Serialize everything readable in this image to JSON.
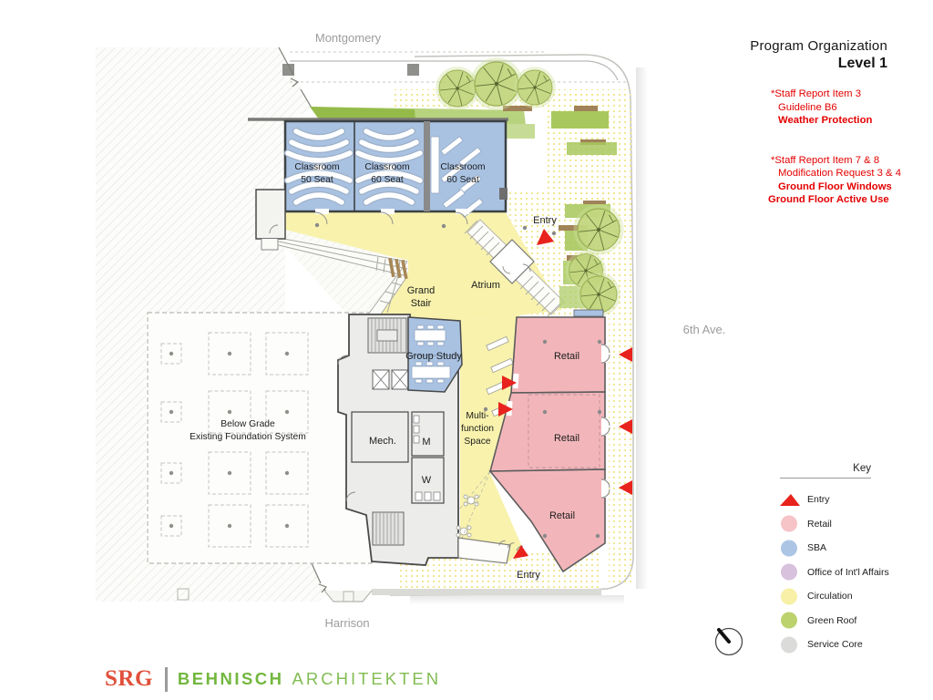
{
  "title": {
    "main": "Program Organization",
    "sub": "Level 1"
  },
  "notes": {
    "block1": {
      "l1": "*Staff Report Item 3",
      "l2": "Guideline B6",
      "l3": "Weather Protection"
    },
    "block2": {
      "l1": "*Staff Report Item 7 & 8",
      "l2": "Modification Request 3 & 4",
      "l3": "Ground Floor Windows",
      "l4": "Ground Floor Active Use"
    }
  },
  "streets": {
    "top": "Montgomery",
    "right": "6th Ave.",
    "bottom": "Harrison"
  },
  "rooms": {
    "classroom1": {
      "l1": "Classroom",
      "l2": "50 Seat"
    },
    "classroom2": {
      "l1": "Classroom",
      "l2": "60 Seat"
    },
    "classroom3": {
      "l1": "Classroom",
      "l2": "60 Seat"
    },
    "grand_stair": {
      "l1": "Grand",
      "l2": "Stair"
    },
    "atrium": "Atrium",
    "group_study": "Group Study",
    "mech": "Mech.",
    "mens": "M",
    "womens": "W",
    "multifunction": {
      "l1": "Multi-",
      "l2": "function",
      "l3": "Space"
    },
    "retail1": "Retail",
    "retail2": "Retail",
    "retail3": "Retail",
    "below_grade": {
      "l1": "Below Grade",
      "l2": "Existing Foundation System"
    },
    "entry_top": "Entry",
    "entry_bottom": "Entry"
  },
  "legend": {
    "title": "Key",
    "items": [
      {
        "label": "Entry",
        "color": "#e8221c",
        "shape": "triangle"
      },
      {
        "label": "Retail",
        "color": "#f6c3c7",
        "shape": "circle"
      },
      {
        "label": "SBA",
        "color": "#adc5e5",
        "shape": "circle"
      },
      {
        "label": "Office of Int'l Affairs",
        "color": "#d7c1dc",
        "shape": "circle"
      },
      {
        "label": "Circulation",
        "color": "#f7f0a6",
        "shape": "circle"
      },
      {
        "label": "Green Roof",
        "color": "#bcd26d",
        "shape": "circle"
      },
      {
        "label": "Service Core",
        "color": "#dbdbd9",
        "shape": "circle"
      }
    ]
  },
  "logo": {
    "srg": "SRG",
    "behnisch": "BEHNISCH",
    "architekten": "ARCHITEKTEN"
  },
  "colors": {
    "entry_red": "#e8221c",
    "retail": "#f2b6ba",
    "sba_blue": "#a9c2e2",
    "circulation": "#f8f2ad",
    "green_roof": "#a8c85e",
    "service_core": "#ececea",
    "note_red": "#e40000",
    "logo_red": "#e0503a",
    "logo_green": "#72b73e"
  }
}
